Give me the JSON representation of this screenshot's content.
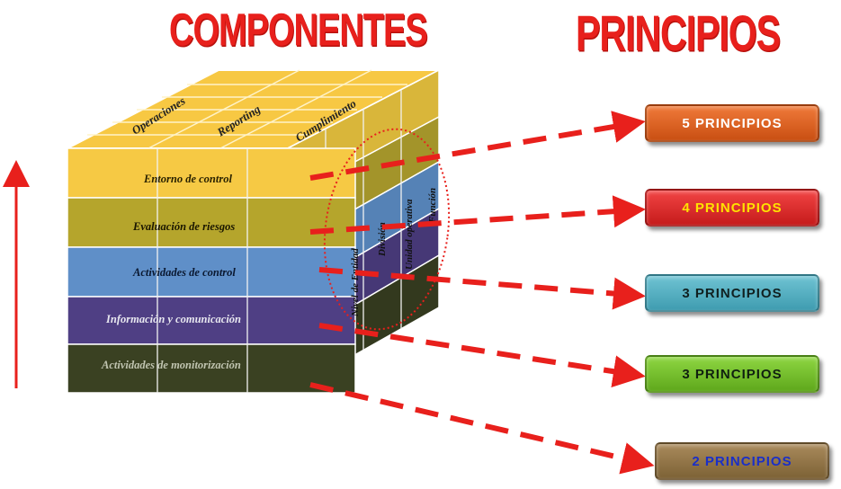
{
  "titles": {
    "components": "COMPONENTES",
    "principles": "PRINCIPIOS"
  },
  "cube": {
    "top_labels": [
      "Operaciones",
      "Reporting",
      "Cumplimiento"
    ],
    "side_labels": [
      "Nivel de Entidad",
      "División",
      "Unidad operativa",
      "Función"
    ],
    "rows": [
      {
        "label": "Entorno de control",
        "color": "#f6c944"
      },
      {
        "label": "Evaluación de riesgos",
        "color": "#b5a52c"
      },
      {
        "label": "Actividades de control",
        "color": "#5f8fc8"
      },
      {
        "label": "Información y comunicación",
        "color": "#4f3f84"
      },
      {
        "label": "Actividades de monitorización",
        "color": "#3a4122"
      }
    ]
  },
  "principles": [
    {
      "label": "5 PRINCIPIOS"
    },
    {
      "label": "4 PRINCIPIOS"
    },
    {
      "label": "3 PRINCIPIOS"
    },
    {
      "label": "3 PRINCIPIOS"
    },
    {
      "label": "2 PRINCIPIOS"
    }
  ],
  "colors": {
    "heading": "#e8201c",
    "arrows": "#e8201c"
  }
}
